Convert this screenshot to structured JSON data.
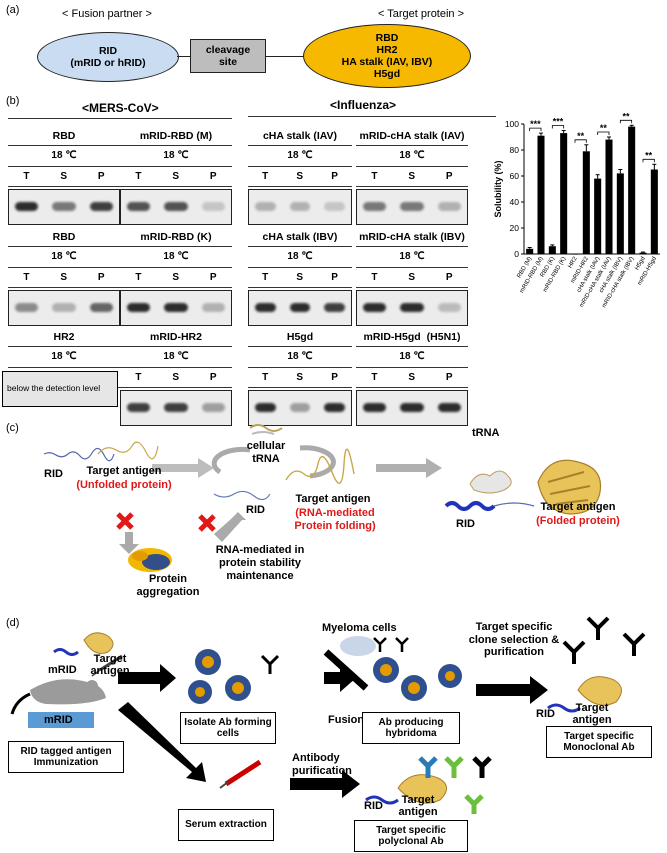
{
  "panel_a": {
    "letter": "(a)",
    "fusion_header": "< Fusion partner >",
    "target_header": "< Target protein >",
    "rid_line1": "RID",
    "rid_line2": "(mRID or hRID)",
    "cleavage_line1": "cleavage",
    "cleavage_line2": "site",
    "target_lines": [
      "RBD",
      "HR2",
      "HA stalk (IAV, IBV)",
      "H5gd"
    ],
    "colors": {
      "rid": "#c9dcf2",
      "target": "#f7b800",
      "cleavage": "#bdbdbd"
    }
  },
  "panel_b": {
    "letter": "(b)",
    "mers_header": "<MERS-CoV>",
    "flu_header": "<Influenza>",
    "temp": "18 ℃",
    "lane_t": "T",
    "lane_s": "S",
    "lane_p": "P",
    "blots": [
      {
        "title": "RBD"
      },
      {
        "title": "mRID-RBD (M)"
      },
      {
        "title": "RBD"
      },
      {
        "title": "mRID-RBD (K)"
      },
      {
        "title": "HR2"
      },
      {
        "title": "mRID-HR2"
      },
      {
        "title": "cHA stalk (IAV)"
      },
      {
        "title": "mRID-cHA stalk (IAV)"
      },
      {
        "title": "cHA stalk (IBV)"
      },
      {
        "title": "mRID-cHA stalk (IBV)"
      },
      {
        "title": "H5gd"
      },
      {
        "title": "mRID-H5gd",
        "suffix": "(H5N1)"
      }
    ],
    "below_detection": "below the detection level"
  },
  "chart_data": {
    "type": "bar",
    "ylabel": "Solubility (%)",
    "ylim": [
      0,
      100
    ],
    "yticks": [
      0,
      20,
      40,
      60,
      80,
      100
    ],
    "categories": [
      "RBD (M)",
      "mRID-RBD (M)",
      "RBD (K)",
      "mRID-RBD (K)",
      "HR2",
      "mRID-HR2",
      "cHA stalk (IAV)",
      "mRID-cHA stalk (IAV)",
      "cHA stalk (IBV)",
      "mRID-cHA stalk (IBV)",
      "H5gd",
      "mRID-H5gd"
    ],
    "values": [
      4,
      91,
      6,
      93,
      0,
      79,
      58,
      88,
      62,
      98,
      1,
      65
    ],
    "errors": [
      1,
      2,
      1,
      2,
      0,
      5,
      3,
      2,
      3,
      1,
      0.5,
      4
    ],
    "significance": [
      {
        "pair": [
          0,
          1
        ],
        "label": "***"
      },
      {
        "pair": [
          2,
          3
        ],
        "label": "***"
      },
      {
        "pair": [
          4,
          5
        ],
        "label": "**"
      },
      {
        "pair": [
          6,
          7
        ],
        "label": "**"
      },
      {
        "pair": [
          8,
          9
        ],
        "label": "**"
      },
      {
        "pair": [
          10,
          11
        ],
        "label": "**"
      }
    ]
  },
  "panel_c": {
    "letter": "(c)",
    "cellular_trna": "cellular tRNA",
    "trna": "tRNA",
    "rid": "RID",
    "target_antigen": "Target antigen",
    "unfolded": "(Unfolded protein)",
    "rna_mediated_folding": "(RNA-mediated Protein folding)",
    "folded": "(Folded protein)",
    "protein_aggregation": "Protein aggregation",
    "stability": "RNA-mediated in protein stability maintenance"
  },
  "panel_d": {
    "letter": "(d)",
    "mrid": "mRID",
    "target_antigen": "Target antigen",
    "myeloma": "Myeloma cells",
    "fusion": "Fusion",
    "isolate": "Isolate Ab forming cells",
    "hybridoma": "Ab producing hybridoma",
    "selection": "Target specific clone selection & purification",
    "rid": "RID",
    "monoclonal": "Target specific Monoclonal Ab",
    "immunization": "RID tagged antigen Immunization",
    "serum": "Serum extraction",
    "ab_purification": "Antibody purification",
    "polyclonal": "Target specific polyclonal Ab"
  }
}
